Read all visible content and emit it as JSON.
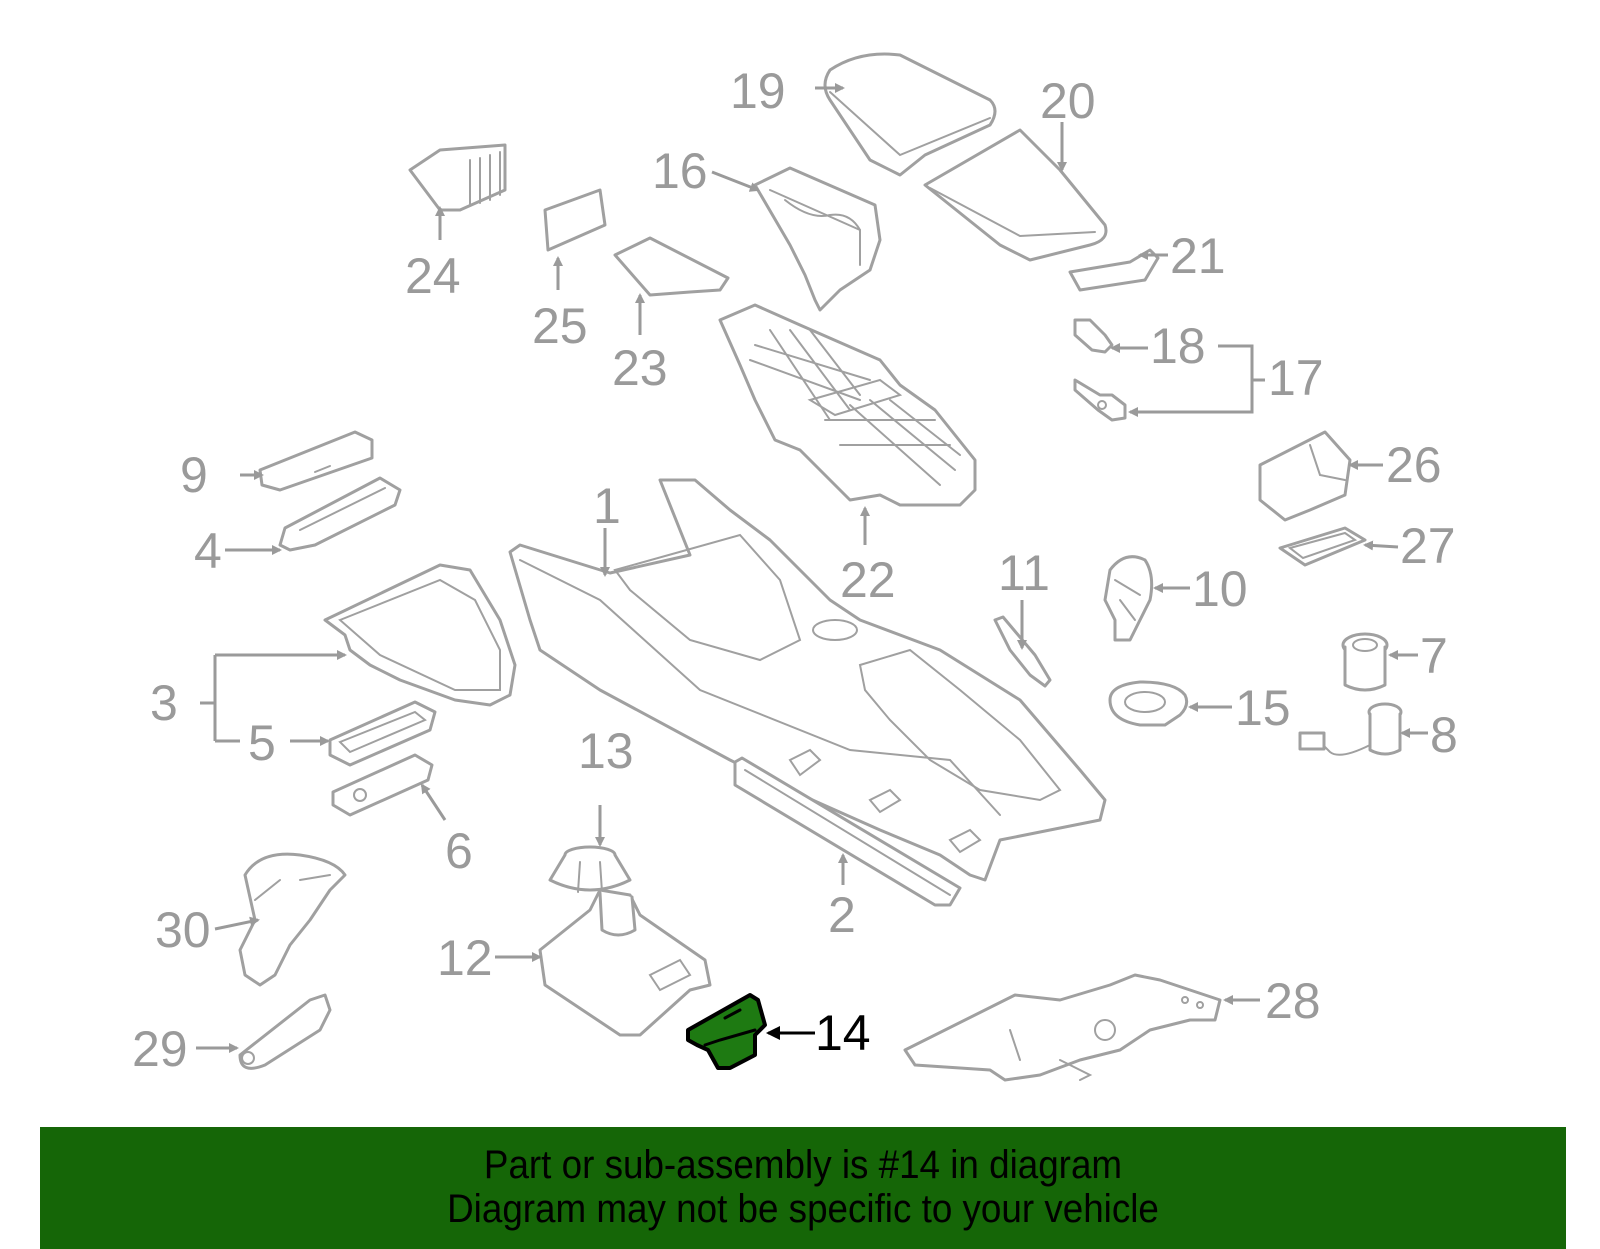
{
  "diagram": {
    "highlighted_part": "14",
    "colors": {
      "highlight_fill": "#1e7a12",
      "line_art": "#a0a0a0",
      "callout_text": "#9a9a9a",
      "banner": "#156607"
    },
    "callouts": {
      "c1": "1",
      "c2": "2",
      "c3": "3",
      "c4": "4",
      "c5": "5",
      "c6": "6",
      "c7": "7",
      "c8": "8",
      "c9": "9",
      "c10": "10",
      "c11": "11",
      "c12": "12",
      "c13": "13",
      "c14": "14",
      "c15": "15",
      "c16": "16",
      "c17": "17",
      "c18": "18",
      "c19": "19",
      "c20": "20",
      "c21": "21",
      "c22": "22",
      "c23": "23",
      "c24": "24",
      "c25": "25",
      "c26": "26",
      "c27": "27",
      "c28": "28",
      "c29": "29",
      "c30": "30"
    }
  },
  "banner": {
    "line1": "Part or sub-assembly is #14 in diagram",
    "line2": "Diagram may not be specific to your vehicle"
  }
}
